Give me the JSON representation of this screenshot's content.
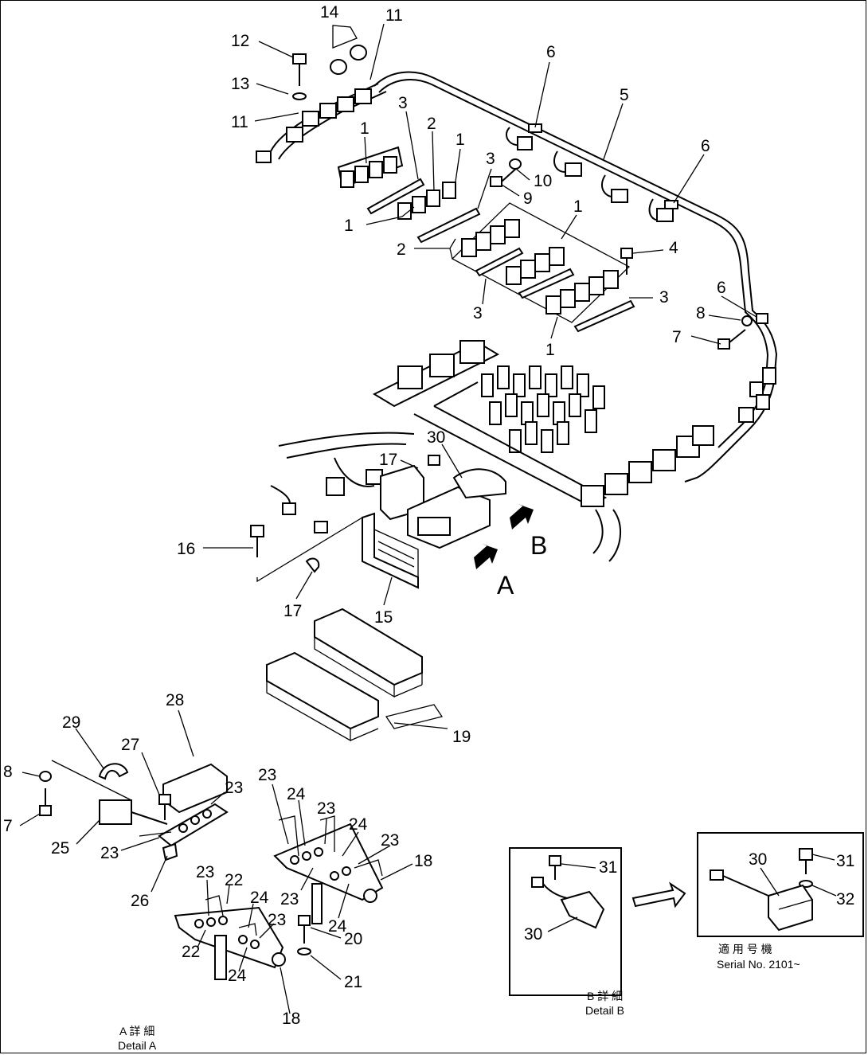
{
  "labels": {
    "l1a": "1",
    "l1b": "1",
    "l1c": "1",
    "l1d": "1",
    "l1e": "1",
    "l2a": "2",
    "l2b": "2",
    "l3a": "3",
    "l3b": "3",
    "l3c": "3",
    "l3d": "3",
    "l4": "4",
    "l5": "5",
    "l6a": "6",
    "l6b": "6",
    "l6c": "6",
    "l7a": "7",
    "l7b": "7",
    "l8a": "8",
    "l8b": "8",
    "l9": "9",
    "l10": "10",
    "l11a": "11",
    "l11b": "11",
    "l12": "12",
    "l13": "13",
    "l14": "14",
    "l15": "15",
    "l16": "16",
    "l17a": "17",
    "l17b": "17",
    "l18a": "18",
    "l18b": "18",
    "l19": "19",
    "l20": "20",
    "l21": "21",
    "l22a": "22",
    "l22b": "22",
    "l23a": "23",
    "l23b": "23",
    "l23c": "23",
    "l23d": "23",
    "l23e": "23",
    "l23f": "23",
    "l23g": "23",
    "l23h": "23",
    "l24a": "24",
    "l24b": "24",
    "l24c": "24",
    "l24d": "24",
    "l24e": "24",
    "l25": "25",
    "l26": "26",
    "l27": "27",
    "l28": "28",
    "l29": "29",
    "l30a": "30",
    "l30b": "30",
    "l30c": "30",
    "l31a": "31",
    "l31b": "31",
    "l32": "32",
    "arrowA": "A",
    "arrowB": "B"
  },
  "captions": {
    "detailA_jp": "A 詳 細",
    "detailA_en": "Detail A",
    "detailB_jp": "B 詳 細",
    "detailB_en": "Detail B",
    "serial_jp": "適 用 号 機",
    "serial_en": "Serial No. 2101~"
  }
}
